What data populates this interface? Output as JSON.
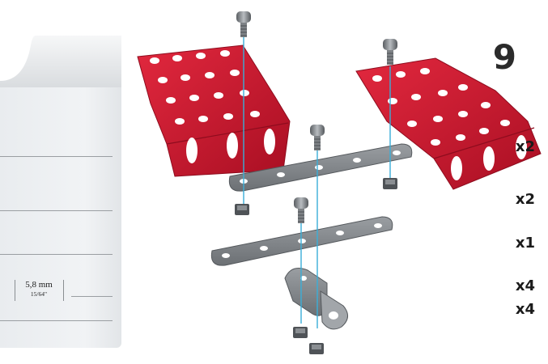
{
  "step": {
    "number": "9"
  },
  "parts": [
    {
      "qty": "x2"
    },
    {
      "qty": "x2"
    },
    {
      "qty": "x1"
    },
    {
      "qty": "x4",
      "size_mm": "5,8 mm",
      "size_inch": "15/64\""
    },
    {
      "qty": "x4"
    }
  ],
  "colors": {
    "plate_red": "#c8102e",
    "strip_gray": "#7d8185",
    "guide_line": "#3aaed8",
    "panel": "#eceef0"
  }
}
